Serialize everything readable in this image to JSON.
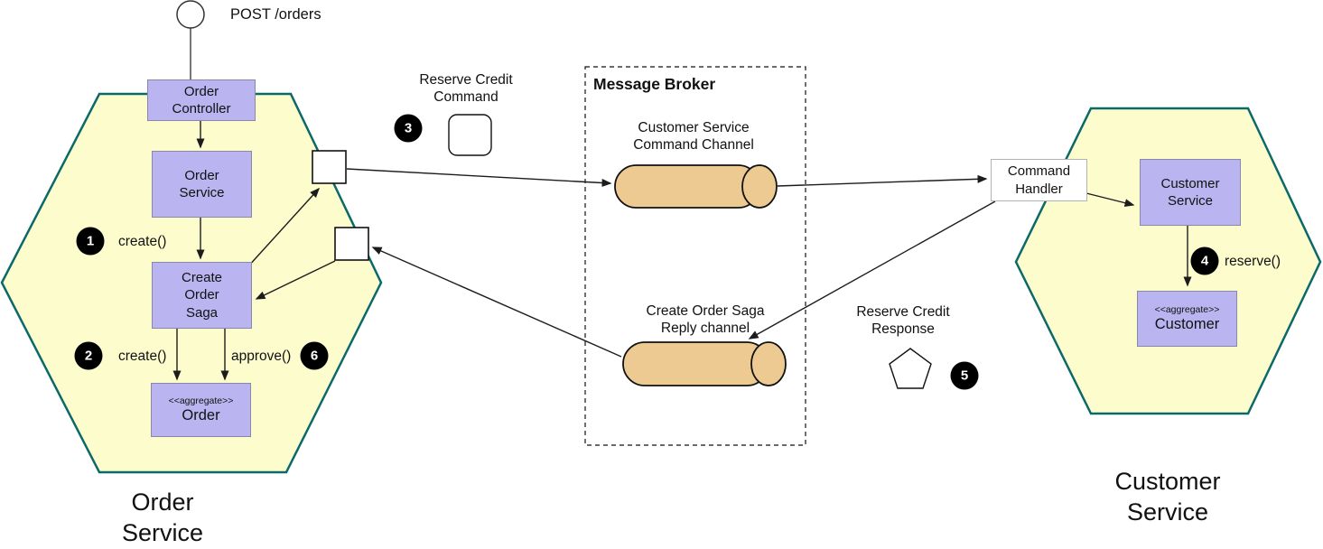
{
  "colors": {
    "hexagon_fill": "#fcfccd",
    "hexagon_stroke": "#0b6a69",
    "component_fill": "#bab5f1",
    "component_stroke": "#8888aa",
    "channel_fill": "#ecca92",
    "port_fill": "#ffffff",
    "badge_bg": "#000000",
    "badge_text": "#ffffff"
  },
  "initiator": {
    "label": "POST /orders"
  },
  "order_service": {
    "name": "Order\nService",
    "controller": "Order\nController",
    "service": "Order\nService",
    "saga": "Create\nOrder\nSaga",
    "aggregate": {
      "stereotype": "<<aggregate>>",
      "name": "Order"
    }
  },
  "customer_service": {
    "name": "Customer\nService",
    "command_handler": "Command\nHandler",
    "service": "Customer\nService",
    "aggregate": {
      "stereotype": "<<aggregate>>",
      "name": "Customer"
    }
  },
  "broker": {
    "title": "Message Broker",
    "command_channel": "Customer Service\nCommand Channel",
    "reply_channel": "Create Order Saga\nReply channel"
  },
  "messages": {
    "command": "Reserve Credit\nCommand",
    "response": "Reserve Credit\nResponse"
  },
  "steps": {
    "s1": {
      "n": "1",
      "label": "create()"
    },
    "s2": {
      "n": "2",
      "label": "create()"
    },
    "s3": {
      "n": "3"
    },
    "s4": {
      "n": "4",
      "label": "reserve()"
    },
    "s5": {
      "n": "5"
    },
    "s6": {
      "n": "6",
      "label": "approve()"
    }
  }
}
